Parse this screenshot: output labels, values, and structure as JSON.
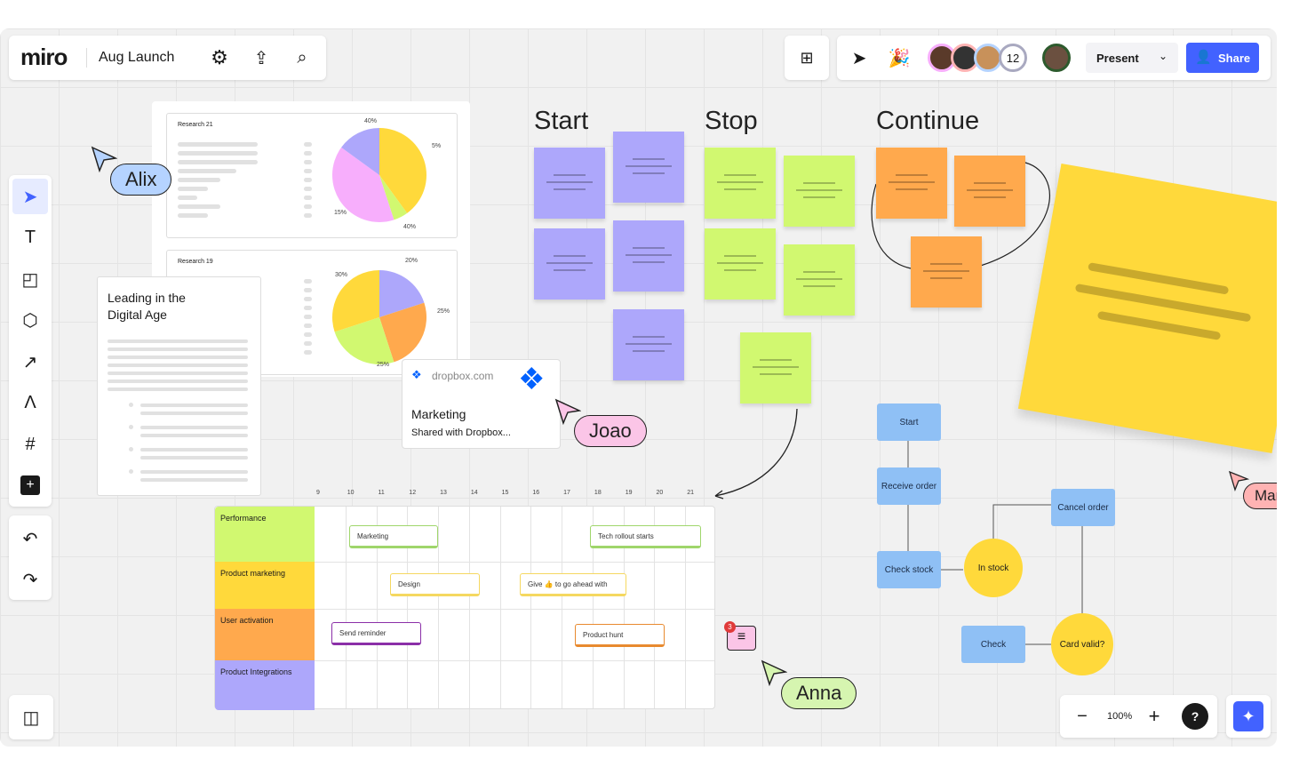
{
  "app": {
    "logo": "miro",
    "board_name": "Aug Launch"
  },
  "topbar": {
    "collaborator_count": "12",
    "present_label": "Present",
    "share_label": "Share"
  },
  "zoom": {
    "level": "100%",
    "help": "?"
  },
  "frames": {
    "start": "Start",
    "stop": "Stop",
    "continue": "Continue"
  },
  "research": [
    {
      "title": "Research 21",
      "slices": [
        {
          "label": "40%",
          "value": 40,
          "color": "#ffd93b"
        },
        {
          "label": "5%",
          "value": 5,
          "color": "#d1f870"
        },
        {
          "label": "40%",
          "value": 40,
          "color": "#f7aefc"
        },
        {
          "label": "15%",
          "value": 15,
          "color": "#ada7fb"
        }
      ]
    },
    {
      "title": "Research 19",
      "slices": [
        {
          "label": "20%",
          "value": 20,
          "color": "#ada7fb"
        },
        {
          "label": "25%",
          "value": 25,
          "color": "#ffa94d"
        },
        {
          "label": "25%",
          "value": 25,
          "color": "#d1f870"
        },
        {
          "label": "30%",
          "value": 30,
          "color": "#ffd93b"
        }
      ]
    }
  ],
  "doc": {
    "title": "Leading in the Digital Age"
  },
  "dropbox": {
    "domain": "dropbox.com",
    "title": "Marketing",
    "subtitle": "Shared with Dropbox..."
  },
  "cursors": {
    "alix": "Alix",
    "joao": "Joao",
    "anna": "Anna",
    "maria": "Maria"
  },
  "comment": {
    "count": "3"
  },
  "flow": {
    "start": "Start",
    "receive": "Receive order",
    "check_stock": "Check stock",
    "in_stock": "In stock",
    "cancel": "Cancel order",
    "check": "Check",
    "card_valid": "Card valid?"
  },
  "gantt": {
    "columns": [
      "9",
      "10",
      "11",
      "12",
      "13",
      "14",
      "15",
      "16",
      "17",
      "18",
      "19",
      "20",
      "21"
    ],
    "rows": [
      {
        "label": "Performance",
        "color": "#d1f870"
      },
      {
        "label": "Product marketing",
        "color": "#ffd93b"
      },
      {
        "label": "User activation",
        "color": "#ffa94d"
      },
      {
        "label": "Product Integrations",
        "color": "#ada7fb"
      }
    ],
    "tasks": [
      {
        "label": "Marketing"
      },
      {
        "label": "Tech rollout starts"
      },
      {
        "label": "Design"
      },
      {
        "label": "Give 👍 to go ahead with"
      },
      {
        "label": "Send reminder"
      },
      {
        "label": "Product hunt"
      }
    ]
  }
}
